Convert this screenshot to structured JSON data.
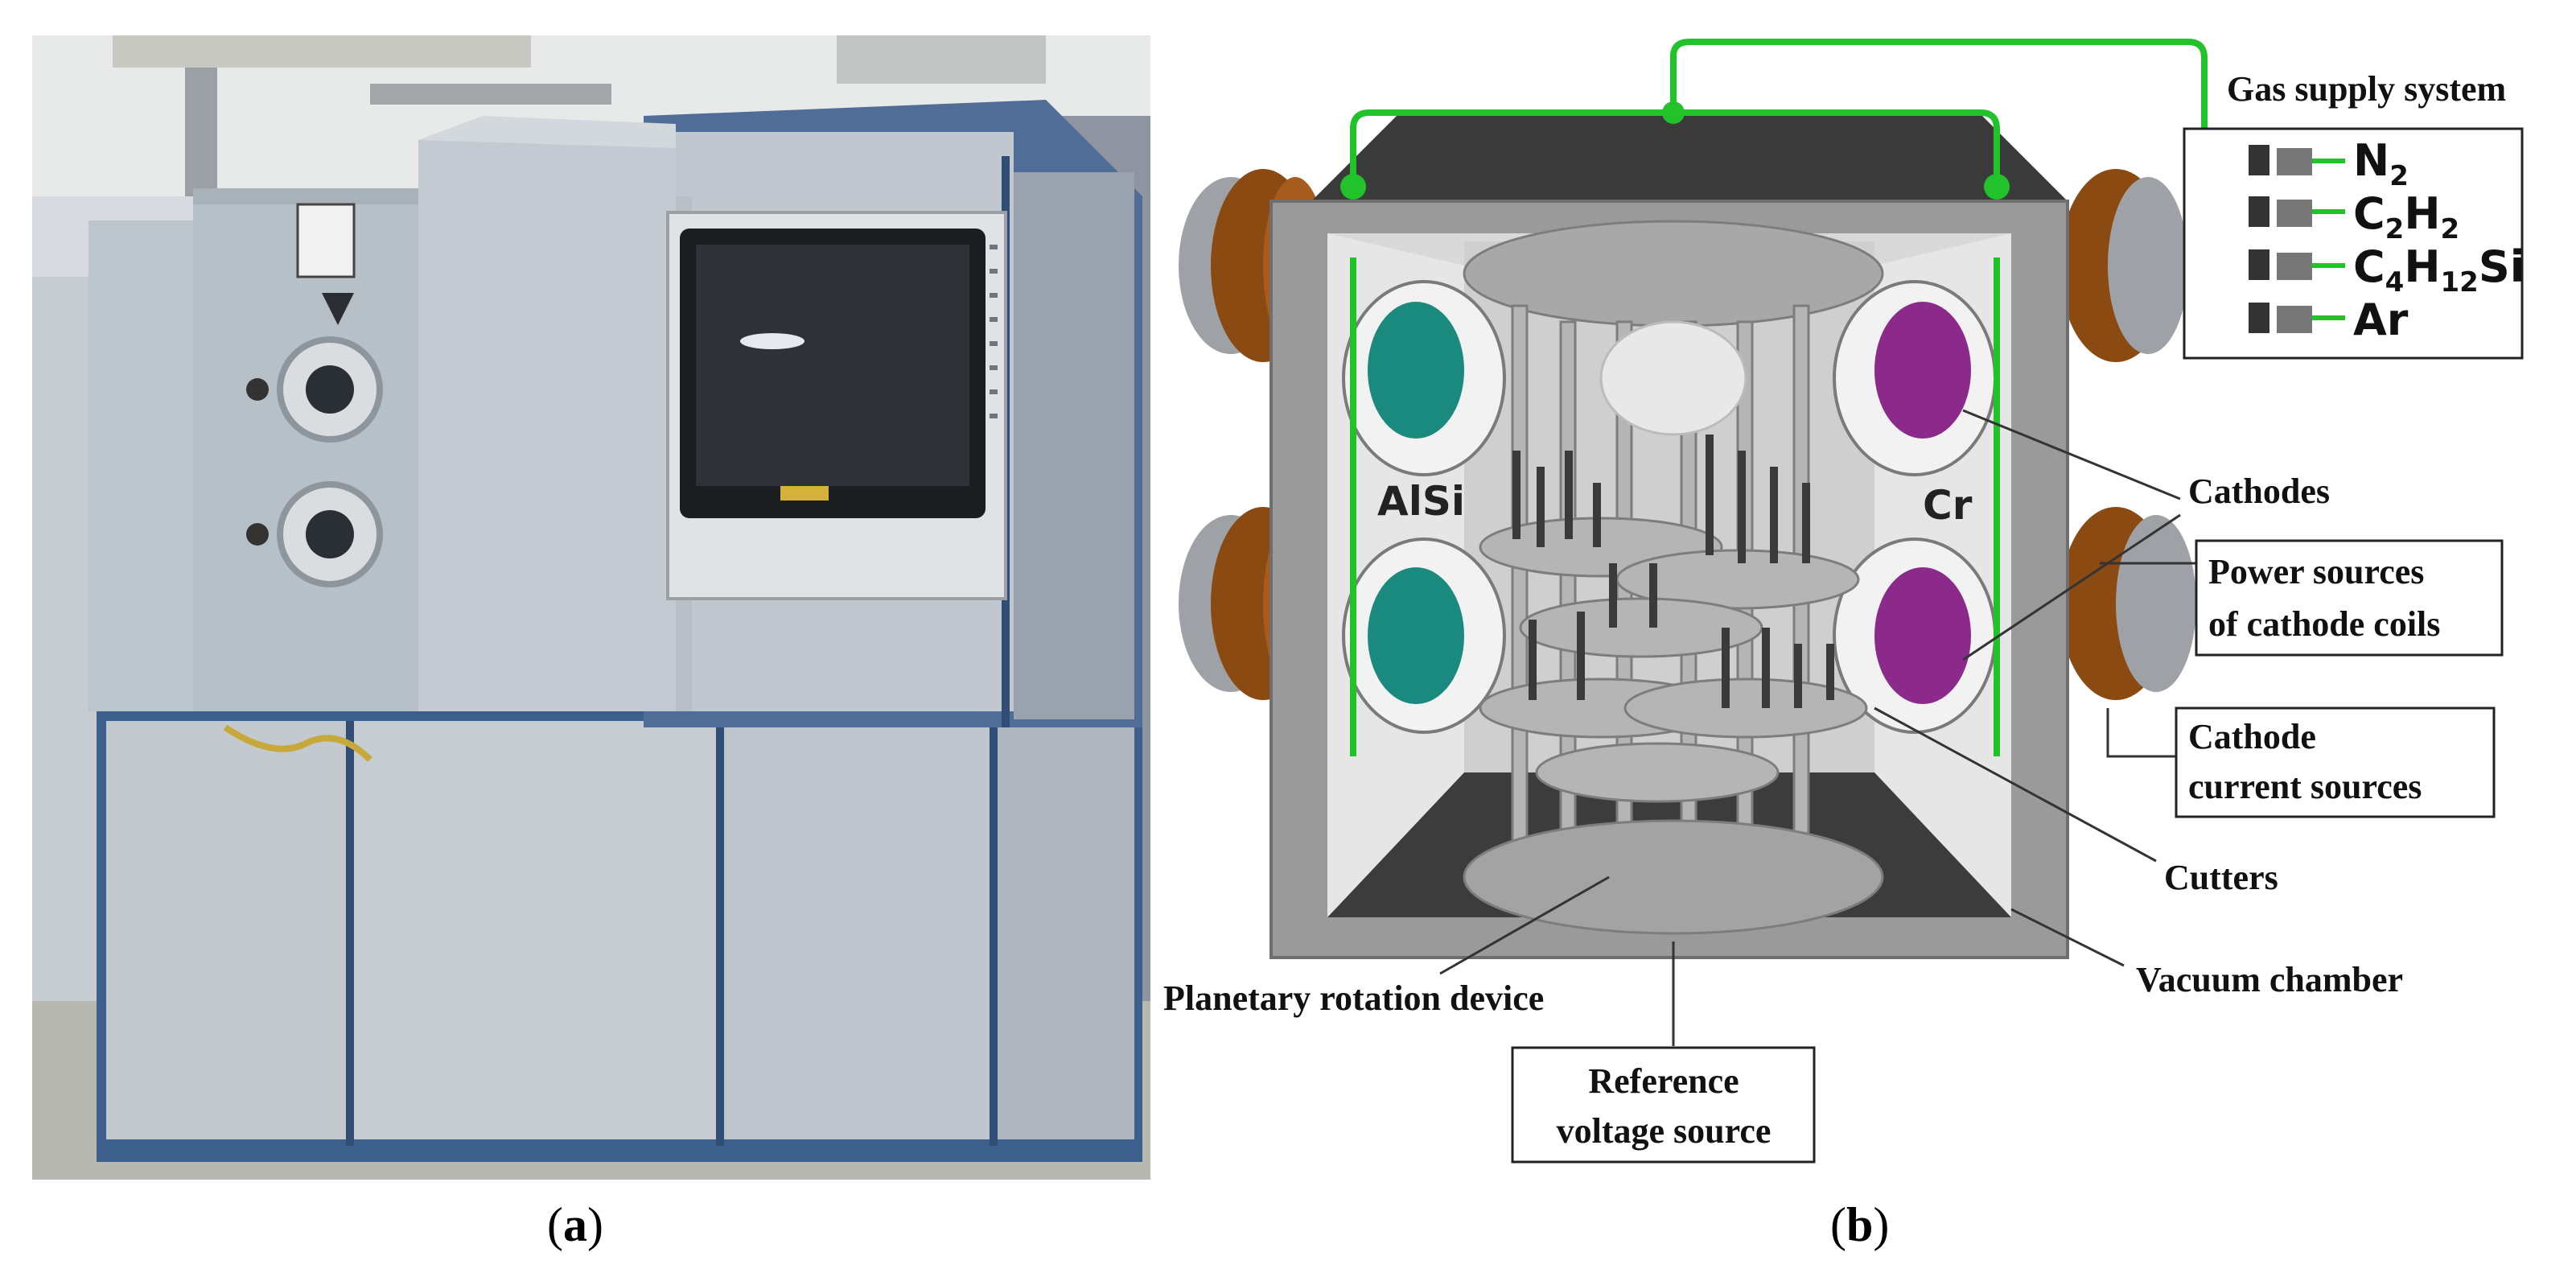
{
  "captions": {
    "a": "a",
    "b": "b"
  },
  "diagram": {
    "gas_title": "Gas supply system",
    "gases": [
      "N2",
      "C2H2",
      "C4H12Si",
      "Ar"
    ],
    "cathode_materials": {
      "left": "AlSi",
      "right": "Cr"
    },
    "labels": {
      "cathodes": "Cathodes",
      "power_line1": "Power sources",
      "power_line2": "of cathode coils",
      "current_line1": "Cathode",
      "current_line2": "current sources",
      "cutters": "Cutters",
      "vacuum": "Vacuum chamber",
      "planetary": "Planetary rotation device",
      "reference_line1": "Reference",
      "reference_line2": "voltage source"
    }
  },
  "colors": {
    "gas_line": "#22c22a",
    "cathode_alsi": "#1a8a7e",
    "cathode_cr": "#8c2a8c",
    "chamber_gray": "#9a9a9a",
    "flange_brown": "#8a4a12",
    "machine_blue": "#3d5f8c",
    "panel_gray": "#b9c1c9"
  }
}
